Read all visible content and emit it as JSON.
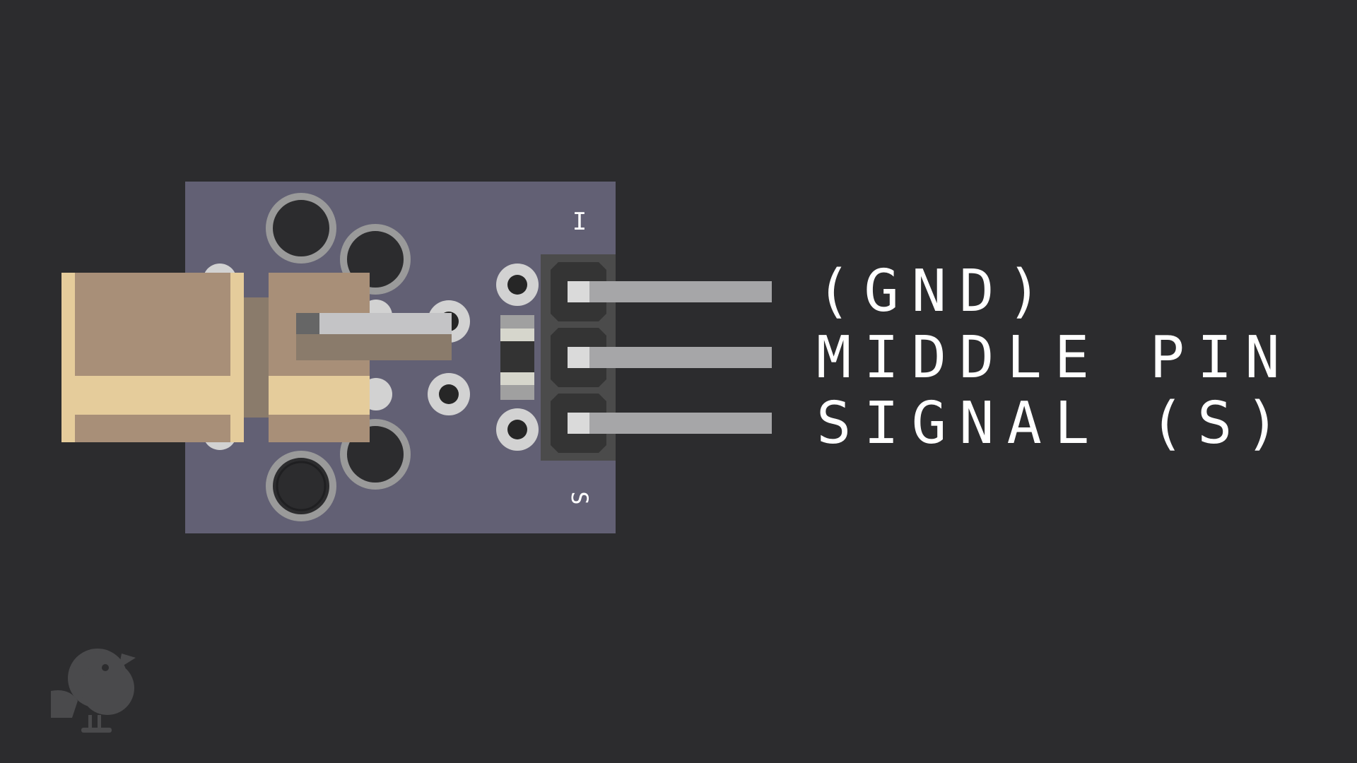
{
  "board": {
    "silkscreen_top": "I",
    "silkscreen_bottom": "S"
  },
  "pins": [
    {
      "label": "(GND)"
    },
    {
      "label": "MIDDLE PIN"
    },
    {
      "label": "SIGNAL (S)"
    }
  ],
  "logo": {
    "icon": "bird-icon"
  },
  "colors": {
    "background": "#2c2c2e",
    "pcb": "#626074",
    "header": "#4a4a4a",
    "pin_metal": "#a6a6a8",
    "laser_body": "#a88f78",
    "laser_band": "#e5cc9b",
    "label_text": "#ffffff"
  }
}
